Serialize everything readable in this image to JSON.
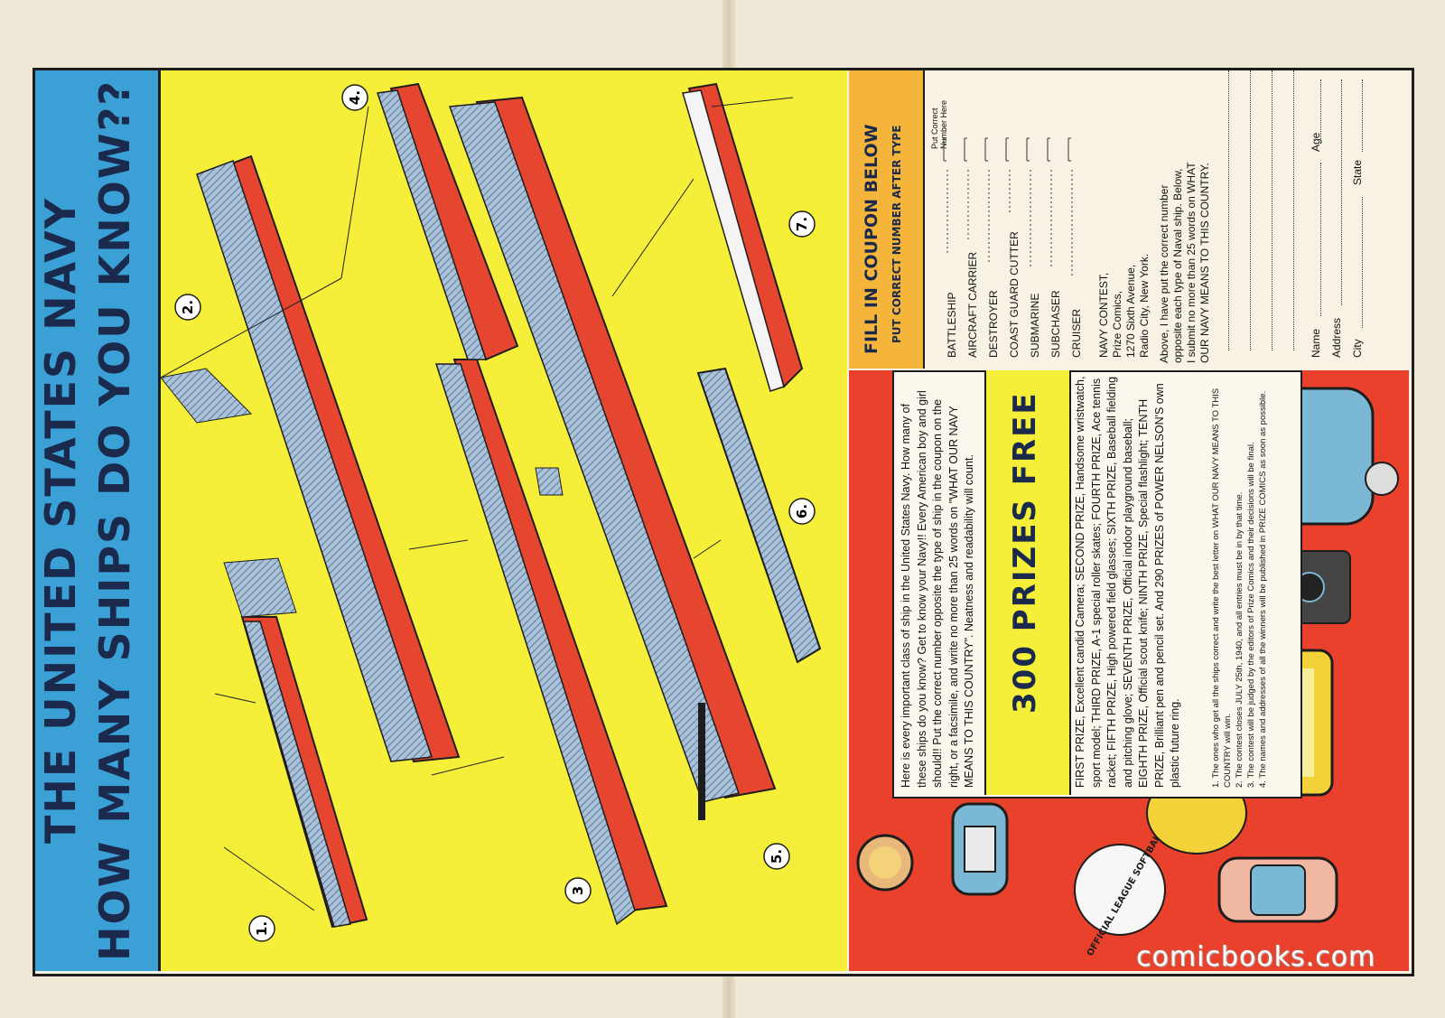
{
  "title": {
    "line1": "THE UNITED STATES NAVY",
    "line2": "HOW MANY SHIPS DO YOU KNOW??"
  },
  "ship_labels": [
    "1.",
    "2.",
    "3",
    "4.",
    "5.",
    "6.",
    "7."
  ],
  "rules": {
    "intro": "Here is every important class of ship in the United States Navy. How many of these ships do you know? Get to know your Navy!! Every American boy and girl should!! Put the correct number opposite the type of ship in the coupon on the right, or a facsimile, and write no more than 25 words on \"WHAT OUR NAVY MEANS TO THIS COUNTRY\". Neatness and readability will count.",
    "prizes_title": "300 PRIZES FREE",
    "prizes_text": "FIRST PRIZE, Excellent candid Camera; SECOND PRIZE, Handsome wristwatch, sport model; THIRD PRIZE, A-1 special roller skates; FOURTH PRIZE, Ace tennis racket; FIFTH PRIZE, High powered field glasses; SIXTH PRIZE, Baseball fielding and pitching glove; SEVENTH PRIZE, Official indoor playground baseball; EIGHTH PRIZE, Official scout knife; NINTH PRIZE, Special flashlight; TENTH PRIZE, Brilliant pen and pencil set. And 290 PRIZES of POWER NELSON'S own plastic future ring.",
    "rule1": "1. The ones who get all the ships correct and write the best letter on WHAT OUR NAVY MEANS TO THIS COUNTRY will win.",
    "rule2": "2. The contest closes JULY 25th, 1940, and all entries must be in by that time.",
    "rule3": "3. The contest will be judged by the editors of Prize Comics and their decisions will be final.",
    "rule4": "4. The names and addresses of all the winners will be published in PRIZE COMICS as soon as possible."
  },
  "coupon": {
    "title": "FILL IN COUPON BELOW",
    "subtitle": "PUT CORRECT NUMBER AFTER TYPE",
    "number_header": "Put Correct Number Here",
    "types": [
      "BATTLESHIP",
      "AIRCRAFT CARRIER",
      "DESTROYER",
      "COAST GUARD CUTTER",
      "SUBMARINE",
      "SUBCHASER",
      "CRUISER"
    ],
    "address_lines": [
      "NAVY CONTEST,",
      "Prize Comics,",
      "1270 Sixth Avenue,",
      "Radio City, New York."
    ],
    "above_text": [
      "Above, I have put the correct number",
      "opposite each type of Naval ship. Below,",
      "I submit no more than 25 words on WHAT",
      "OUR NAVY MEANS TO THIS COUNTRY."
    ],
    "name_label": "Name",
    "age_label": "Age",
    "address_label": "Address",
    "city_label": "City",
    "state_label": "State"
  },
  "softball_text": "OFFICIAL LEAGUE SOFTBALL",
  "watermark": "comicbooks.com",
  "colors": {
    "navy_blue_bar": "#3aa0d6",
    "yellow": "#f6ef3a",
    "red": "#e9412b",
    "orange": "#f4b53a",
    "ship_gray": "#a9c1d9",
    "hull_red": "#e6462f"
  }
}
